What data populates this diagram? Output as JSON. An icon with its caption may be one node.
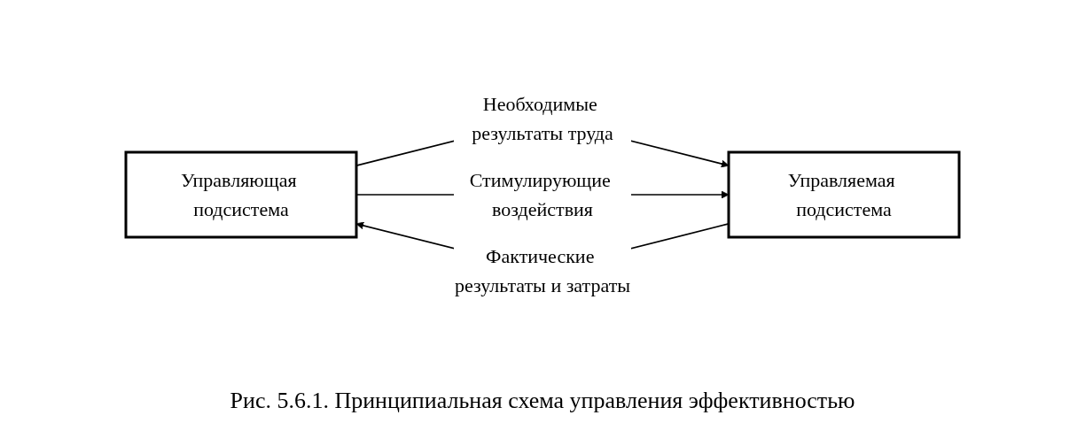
{
  "diagram": {
    "caption": "Рис. 5.6.1. Принципиальная схема управления эффективностью",
    "nodes": [
      {
        "text": [
          "Управляющая подсистема"
        ]
      },
      {
        "text": [
          "Управляемая подсистема"
        ]
      }
    ],
    "edges": [
      {
        "from": 0,
        "to": 1,
        "arrow": "to",
        "label": "Необходимые результаты труда"
      },
      {
        "from": 0,
        "to": 1,
        "arrow": "to",
        "label": "Стимулирующие воздействия"
      },
      {
        "from": 1,
        "to": 0,
        "arrow": "to",
        "label": "Фактические результаты и затраты"
      }
    ]
  }
}
